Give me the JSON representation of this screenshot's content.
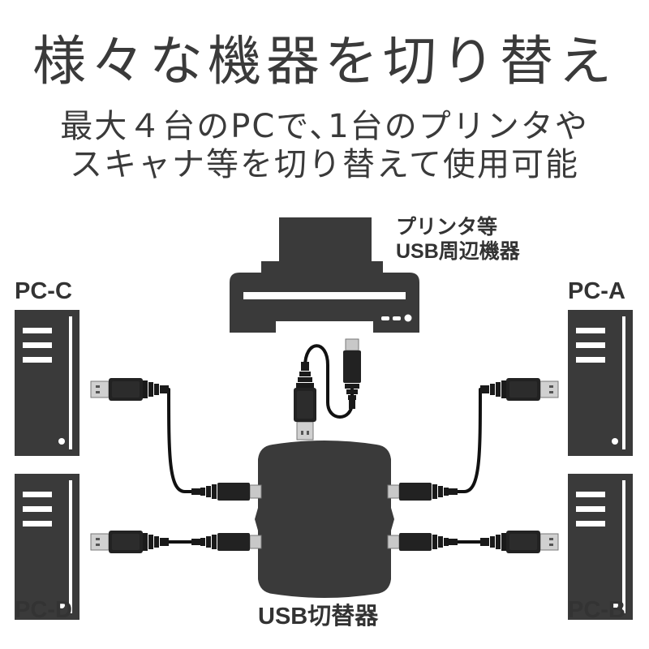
{
  "heading": {
    "title": "様々な機器を切り替え",
    "subtitle_line1": "最大４台のPCで､1台のプリンタや",
    "subtitle_line2": "スキャナ等を切り替えて使用可能"
  },
  "labels": {
    "printer_line1": "プリンタ等",
    "printer_line2": "USB周辺機器",
    "switch": "USB切替器",
    "pc_a": "PC-A",
    "pc_b": "PC-B",
    "pc_c": "PC-C",
    "pc_d": "PC-D"
  },
  "colors": {
    "device": "#3a3a3a",
    "cable": "#111111",
    "plug_metal": "#c8c8c8",
    "text": "#333333"
  }
}
